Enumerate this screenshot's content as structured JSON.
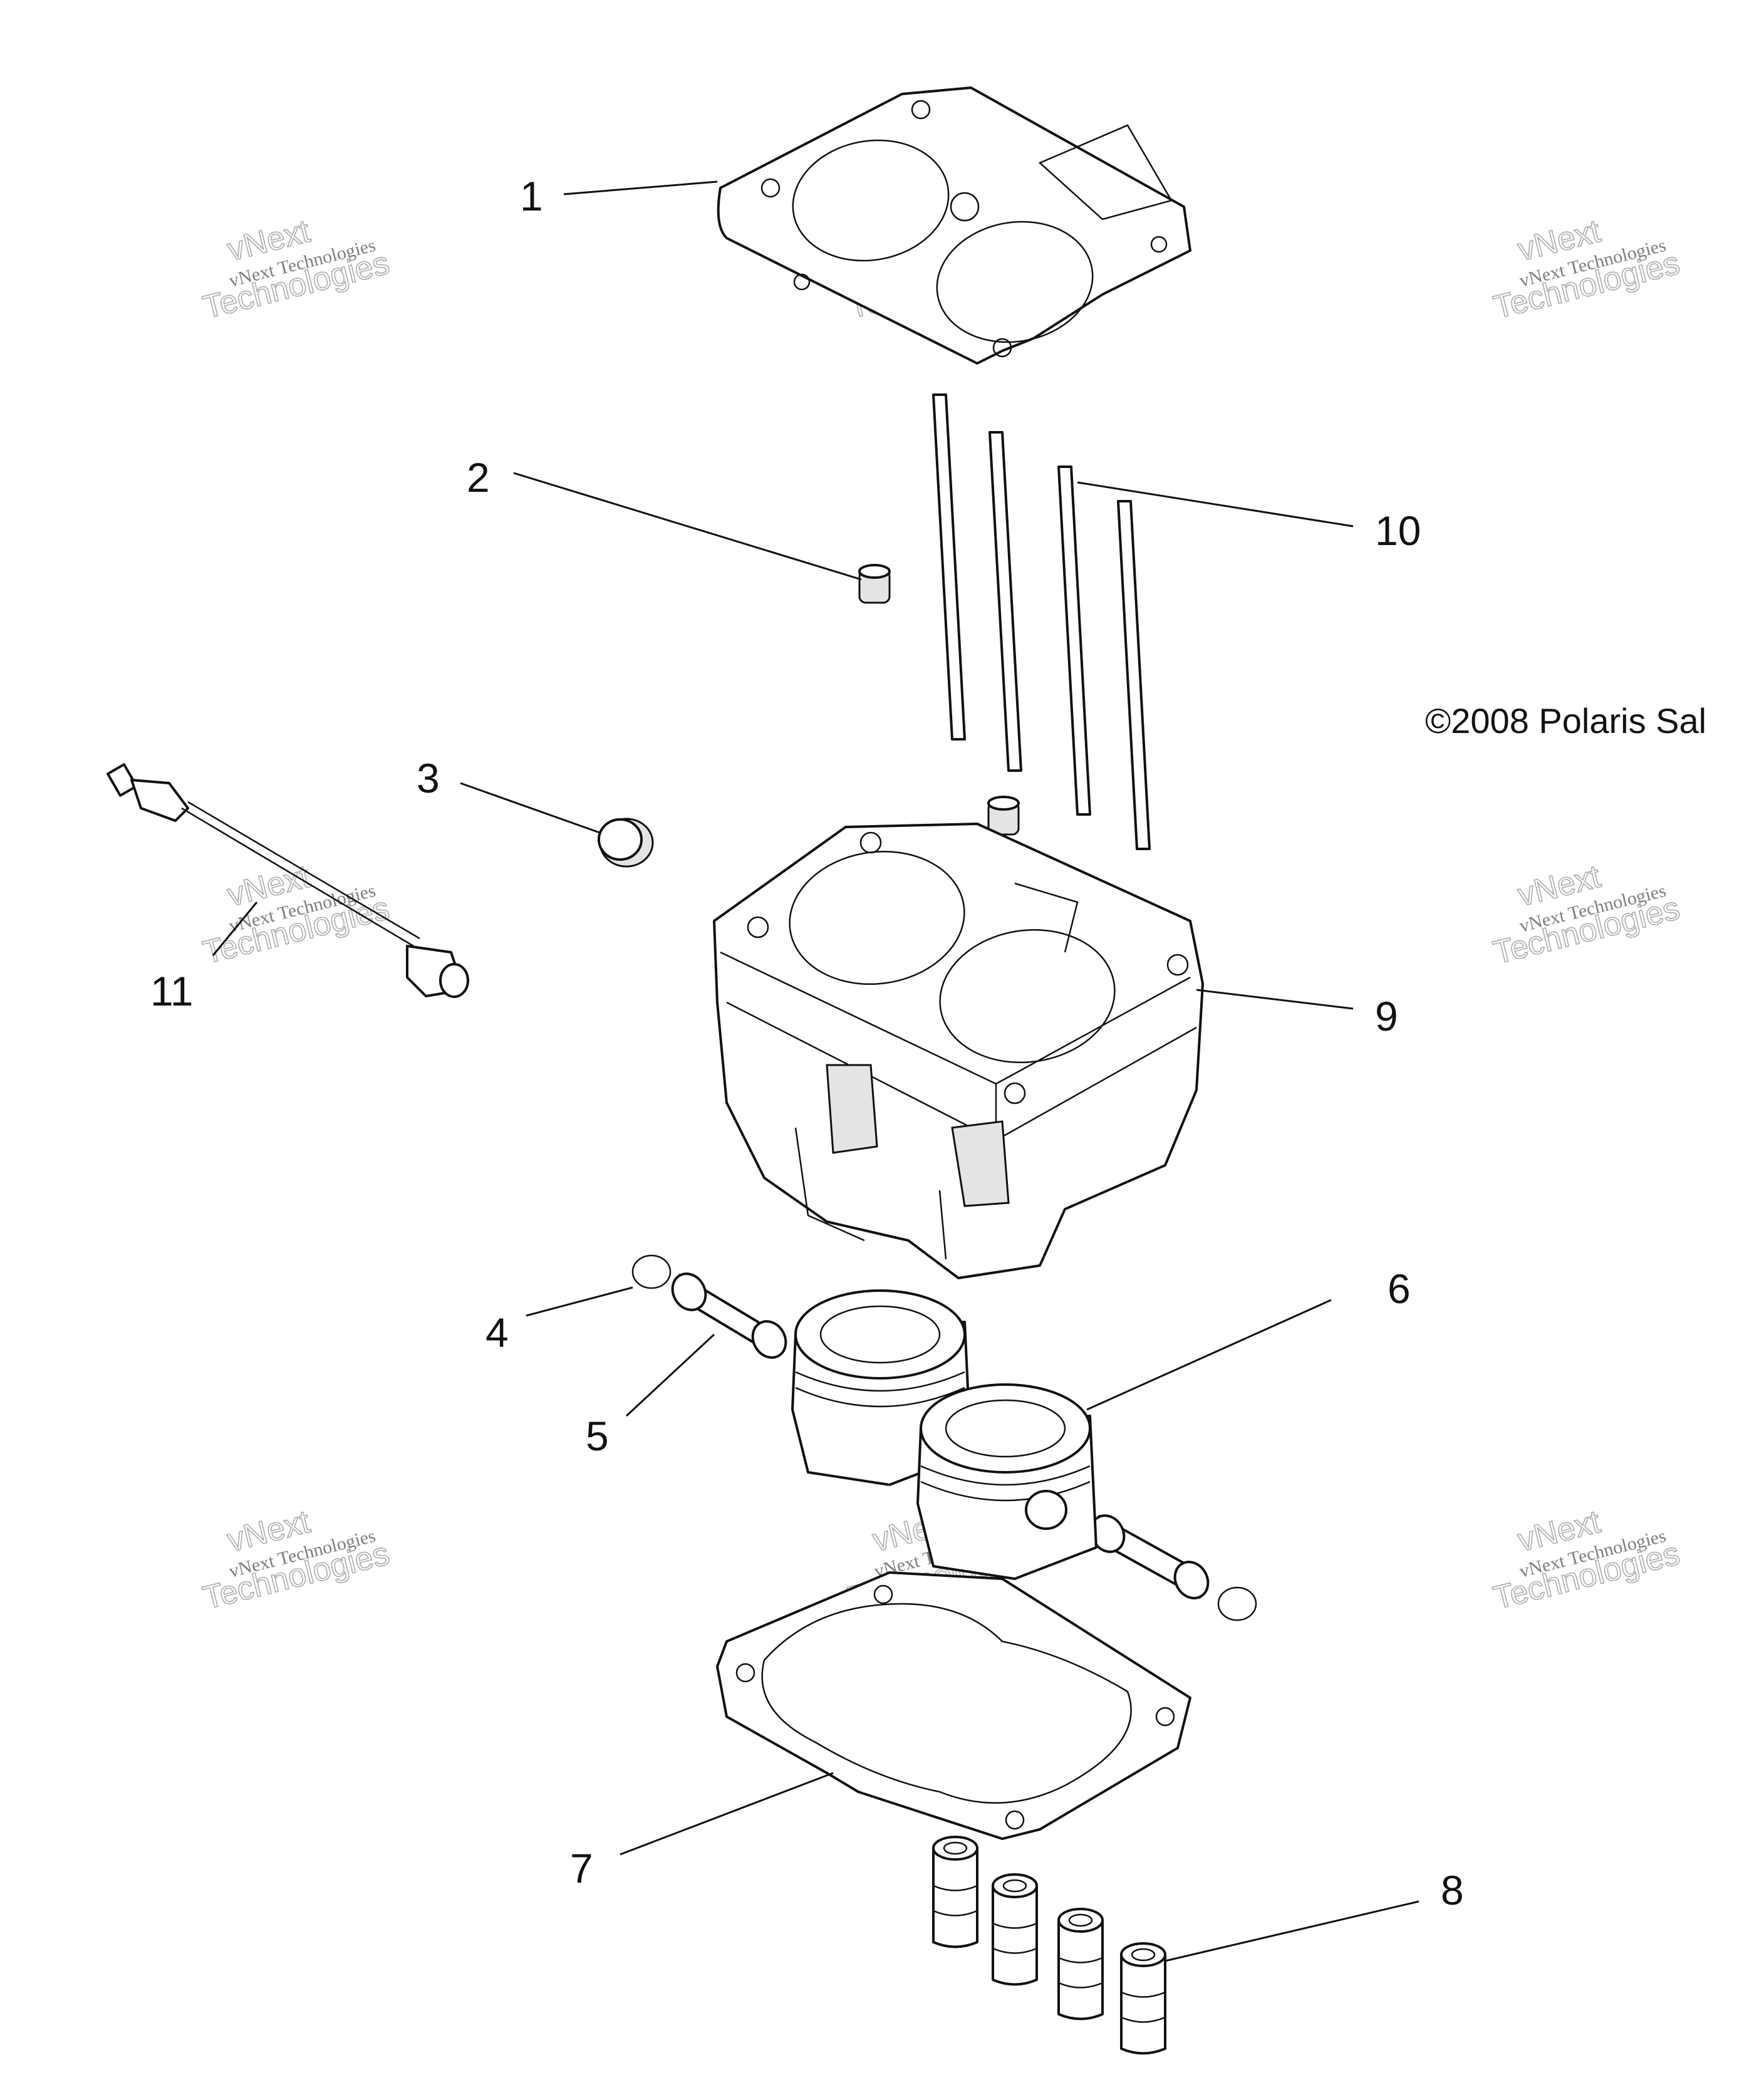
{
  "copyright": "©2008 Polaris Sal",
  "watermark": {
    "line1": "vNext Technologies",
    "line2": "vNext",
    "line3": "Technologies"
  },
  "labels": [
    "1",
    "2",
    "3",
    "4",
    "5",
    "6",
    "7",
    "8",
    "9",
    "10",
    "11"
  ]
}
